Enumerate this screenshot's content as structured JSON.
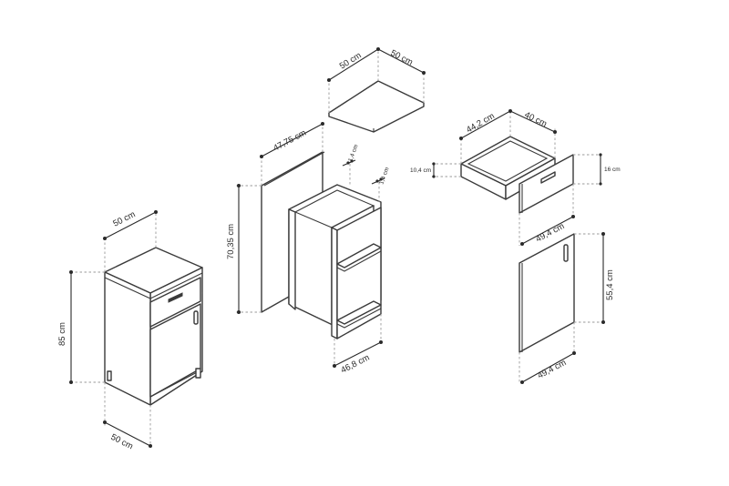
{
  "cabinet": {
    "width_label": "50 cm",
    "height_label": "85 cm",
    "depth_label": "50 cm"
  },
  "worktop": {
    "width_label": "50 cm",
    "depth_label": "50 cm"
  },
  "side_panel": {
    "depth_label": "47,75 cm",
    "height_label": "70,35 cm"
  },
  "carcass": {
    "thickness_a_label": "1,4 cm",
    "thickness_b_label": "1,4 cm",
    "width_label": "46,8 cm"
  },
  "drawer": {
    "width_label": "44,2 cm",
    "depth_label": "40 cm",
    "height_label": "10,4 cm"
  },
  "drawer_front": {
    "height_label": "16 cm",
    "width_label": "49,4 cm"
  },
  "door": {
    "height_label": "55,4 cm",
    "width_label": "49,4 cm"
  }
}
